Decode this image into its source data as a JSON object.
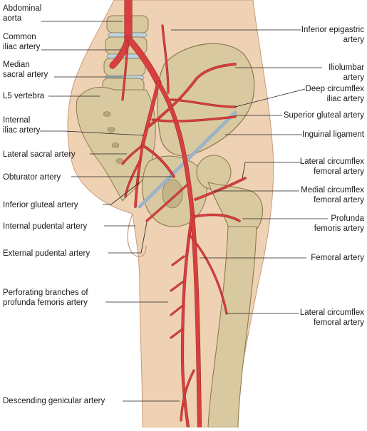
{
  "diagram": {
    "colors": {
      "skin": "#efd2b4",
      "skin_edge": "#c99a78",
      "bone": "#d9c9a0",
      "bone_edge": "#8f7a4f",
      "disc": "#b9d3e0",
      "artery": "#d8403f",
      "artery_edge": "#a52a2a",
      "ligament": "#9fb2c8",
      "leader": "#222222"
    },
    "labels": [
      {
        "id": "abdominal-aorta",
        "text": "Abdominal\naorta"
      },
      {
        "id": "common-iliac-artery",
        "text": "Common\niliac artery"
      },
      {
        "id": "median-sacral-artery",
        "text": "Median\nsacral artery"
      },
      {
        "id": "l5-vertebra",
        "text": "L5 vertebra"
      },
      {
        "id": "internal-iliac-artery",
        "text": "Internal\niliac artery"
      },
      {
        "id": "lateral-sacral-artery",
        "text": "Lateral sacral artery"
      },
      {
        "id": "obturator-artery",
        "text": "Obturator artery"
      },
      {
        "id": "inferior-gluteal-artery",
        "text": "Inferior gluteal artery"
      },
      {
        "id": "internal-pudental-artery",
        "text": "Internal pudental artery"
      },
      {
        "id": "external-pudental-artery",
        "text": "External pudental artery"
      },
      {
        "id": "perforating-branches",
        "text": "Perforating branches of\nprofunda femoris artery"
      },
      {
        "id": "descending-genicular-artery",
        "text": "Descending genicular artery"
      },
      {
        "id": "inferior-epigastric-artery",
        "text": "Inferior epigastric\nartery"
      },
      {
        "id": "iliolumbar-artery",
        "text": "Iliolumbar\nartery"
      },
      {
        "id": "deep-circumflex-iliac-artery",
        "text": "Deep circumflex\niliac artery"
      },
      {
        "id": "superior-gluteal-artery",
        "text": "Superior gluteal artery"
      },
      {
        "id": "inguinal-ligament",
        "text": "Inguinal ligament"
      },
      {
        "id": "lateral-circumflex-femoral-artery-upper",
        "text": "Lateral circumflex\nfemoral artery"
      },
      {
        "id": "medial-circumflex-femoral-artery",
        "text": "Medial circumflex\nfemoral artery"
      },
      {
        "id": "profunda-femoris-artery",
        "text": "Profunda\nfemoris artery"
      },
      {
        "id": "femoral-artery",
        "text": "Femoral artery"
      },
      {
        "id": "lateral-circumflex-femoral-artery-lower",
        "text": "Lateral circumflex\nfemoral artery"
      }
    ]
  }
}
